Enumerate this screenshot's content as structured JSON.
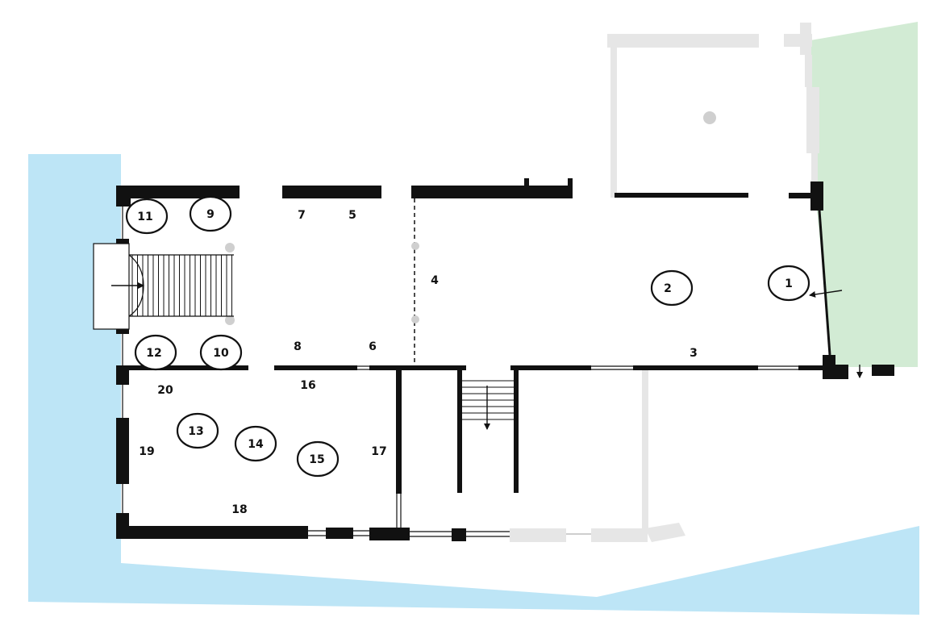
{
  "colors": {
    "water": "#bde5f6",
    "garden": "#d2ebd4",
    "wall": "#111111",
    "ghost_wall": "#e6e6e6",
    "column_dot": "#cfcfcf"
  },
  "circled_labels": [
    "1",
    "2",
    "9",
    "10",
    "11",
    "12",
    "13",
    "14",
    "15"
  ],
  "plain_labels": [
    "3",
    "4",
    "5",
    "6",
    "7",
    "8",
    "16",
    "17",
    "18",
    "19",
    "20"
  ]
}
